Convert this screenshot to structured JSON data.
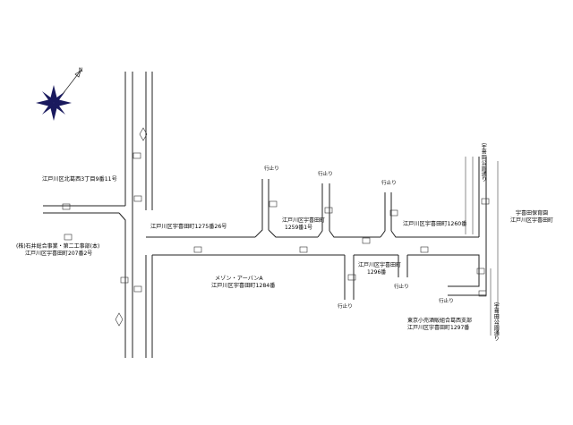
{
  "compass": {
    "north_mark": "N"
  },
  "labels": {
    "kitakasai": "江戸川区北葛西3丁目9番11号",
    "ishihara": "(株)石井総合事業・第二工事部(本)",
    "ishihara_addr": "江戸川区宇喜田町207番2号",
    "ukita_1275": "江戸川区宇喜田町1275番26号",
    "ukita_1259a": "江戸川区宇喜田町",
    "ukita_1259b": "1259番1号",
    "ukita_1260": "江戸川区宇喜田町1260番",
    "ukita_1296a": "江戸川区宇喜田町",
    "ukita_1296b": "1296番",
    "mansion": "メゾン・アーバンA",
    "ukita_1284": "江戸川区宇喜田町1284番",
    "fishery_a": "東京小売酒販組合葛西支部",
    "fishery_b": "江戸川区宇喜田町1297番",
    "park_a": "宇喜田保育園",
    "park_b": "江戸川区宇喜田町",
    "iki_1": "行止り",
    "iki_2": "行止り",
    "iki_3": "行止り",
    "iki_4": "行止り",
    "iki_5": "行止り",
    "iki_6": "行止り",
    "vert_road_right": "宇喜田公園通り",
    "vert_road_right2": "宇喜田公園通り"
  }
}
